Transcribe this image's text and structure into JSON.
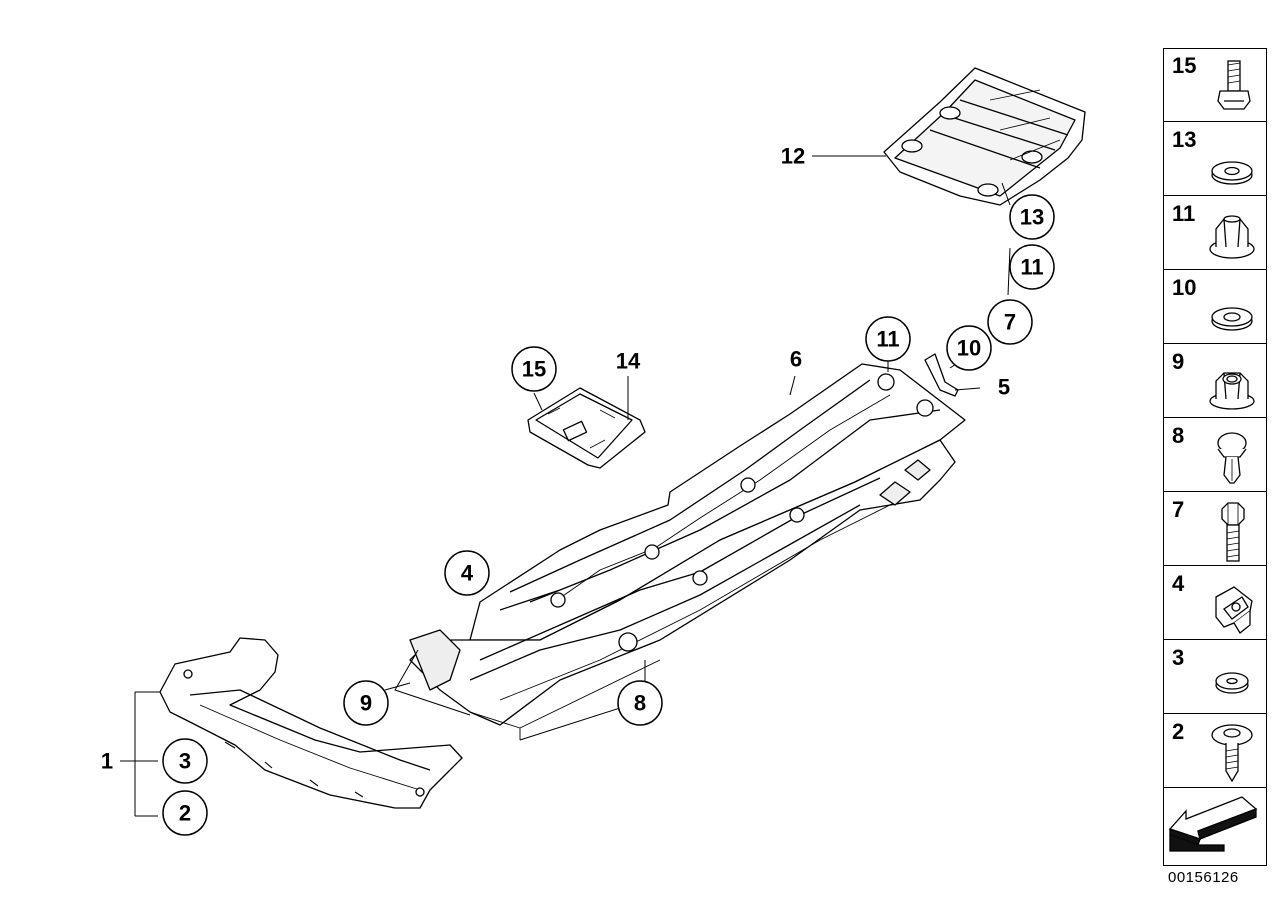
{
  "callouts": {
    "c1": "1",
    "c2": "2",
    "c3": "3",
    "c4": "4",
    "c5": "5",
    "c6": "6",
    "c7": "7",
    "c8": "8",
    "c9": "9",
    "c10": "10",
    "c11a": "11",
    "c11b": "11",
    "c12": "12",
    "c13": "13",
    "c14": "14",
    "c15": "15"
  },
  "legend": [
    {
      "number": "15",
      "icon": "bolt-icon"
    },
    {
      "number": "13",
      "icon": "washer-icon"
    },
    {
      "number": "11",
      "icon": "cap-nut-icon"
    },
    {
      "number": "10",
      "icon": "washer-icon"
    },
    {
      "number": "9",
      "icon": "flange-nut-icon"
    },
    {
      "number": "8",
      "icon": "expanding-rivet-icon"
    },
    {
      "number": "7",
      "icon": "hex-bolt-icon"
    },
    {
      "number": "4",
      "icon": "clip-nut-icon"
    },
    {
      "number": "3",
      "icon": "washer-icon"
    },
    {
      "number": "2",
      "icon": "screw-with-washer-icon"
    },
    {
      "number": "",
      "icon": "direction-arrow-icon"
    }
  ],
  "doc_number": "00156126",
  "colors": {
    "line": "#000000",
    "fill": "#ffffff",
    "shade": "#e6e6e6",
    "arrow": "#111111"
  }
}
